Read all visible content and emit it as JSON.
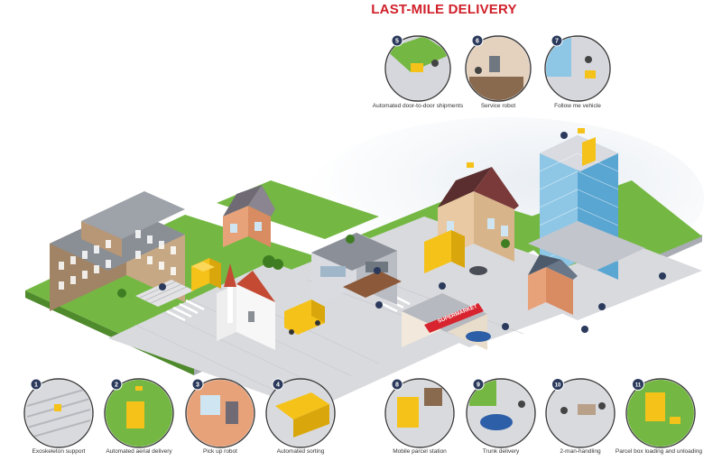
{
  "title": "LAST-MILE DELIVERY",
  "town": {
    "supermarket_sign": "SUPERMARKET"
  },
  "callouts": [
    {
      "num": "1",
      "label": "Exoskeleton support"
    },
    {
      "num": "2",
      "label": "Automated aerial delivery"
    },
    {
      "num": "3",
      "label": "Pick up robot"
    },
    {
      "num": "4",
      "label": "Automated sorting"
    },
    {
      "num": "5",
      "label": "Automated door-to-door shipments"
    },
    {
      "num": "6",
      "label": "Service robot"
    },
    {
      "num": "7",
      "label": "Follow me vehicle"
    },
    {
      "num": "8",
      "label": "Mobile parcel station"
    },
    {
      "num": "9",
      "label": "Trunk delivery"
    },
    {
      "num": "10",
      "label": "2-man-handling"
    },
    {
      "num": "11",
      "label": "Parcel box loading and unloading"
    }
  ],
  "colors": {
    "title": "#d0202a",
    "grass": "#74b843",
    "pavement": "#d9dade",
    "badge": "#2b3a5c",
    "parcel": "#f5c21a"
  }
}
